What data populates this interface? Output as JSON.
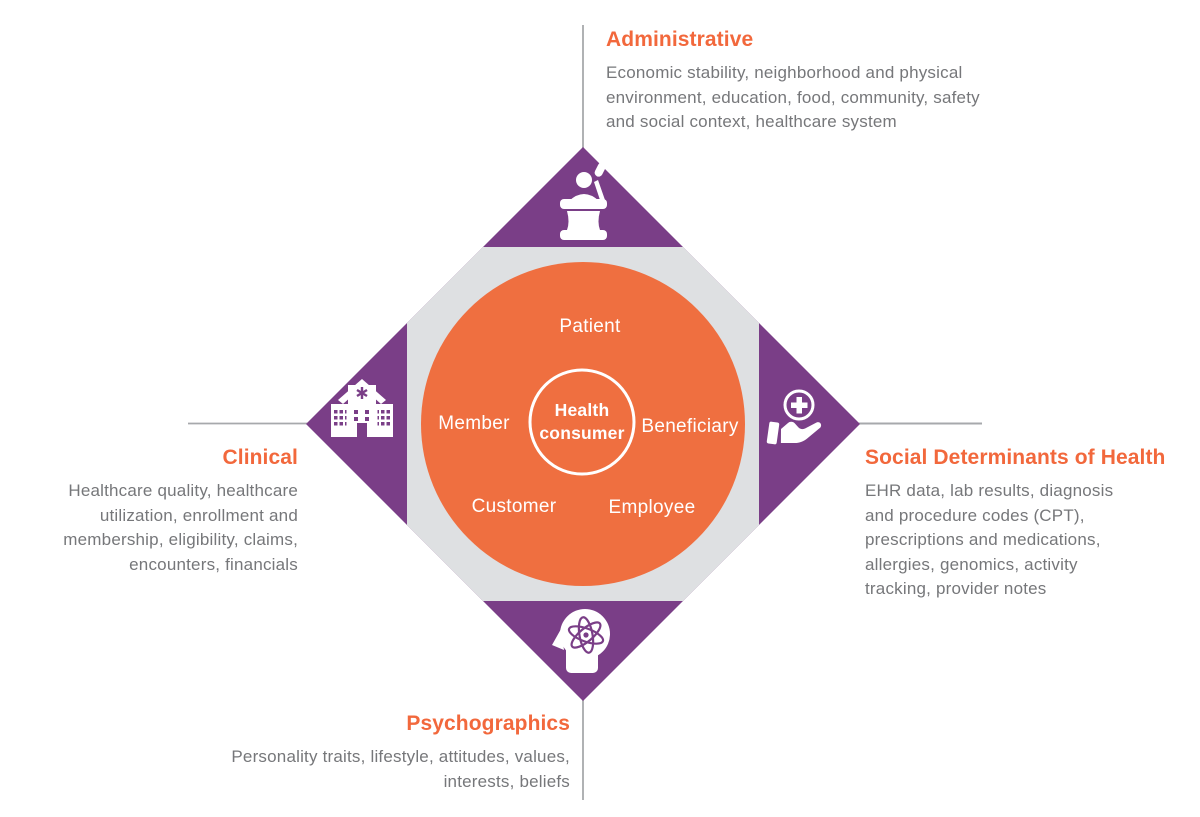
{
  "diagram": {
    "core": {
      "label": "Health\nconsumer"
    },
    "roles": [
      "Patient",
      "Member",
      "Beneficiary",
      "Customer",
      "Employee"
    ],
    "quadrants": {
      "top": {
        "title": "Administrative",
        "description": "Economic stability, neighborhood and physical\nenvironment, education, food, community, safety\nand social context, healthcare system",
        "icon": "podium-speaker-icon"
      },
      "left": {
        "title": "Clinical",
        "description": "Healthcare quality, healthcare\nutilization, enrollment and\nmembership, eligibility, claims,\nencounters, financials",
        "icon": "hospital-building-icon"
      },
      "right": {
        "title": "Social Determinants of Health",
        "description": "EHR data, lab results, diagnosis\nand procedure codes (CPT),\nprescriptions and medications,\nallergies, genomics, activity\ntracking, provider notes",
        "icon": "hand-medical-cross-icon"
      },
      "bottom": {
        "title": "Psychographics",
        "description": "Personality traits, lifestyle, attitudes, values,\ninterests, beliefs",
        "icon": "head-atom-icon"
      }
    },
    "colors": {
      "purple": "#7A3E87",
      "orange_circle": "#EF6F40",
      "heading_orange": "#F2683C",
      "inner_gray": "#DEE0E2",
      "body_text": "#76777A",
      "connector_line": "#A7A9AC",
      "icon_white": "#FFFFFF"
    }
  }
}
